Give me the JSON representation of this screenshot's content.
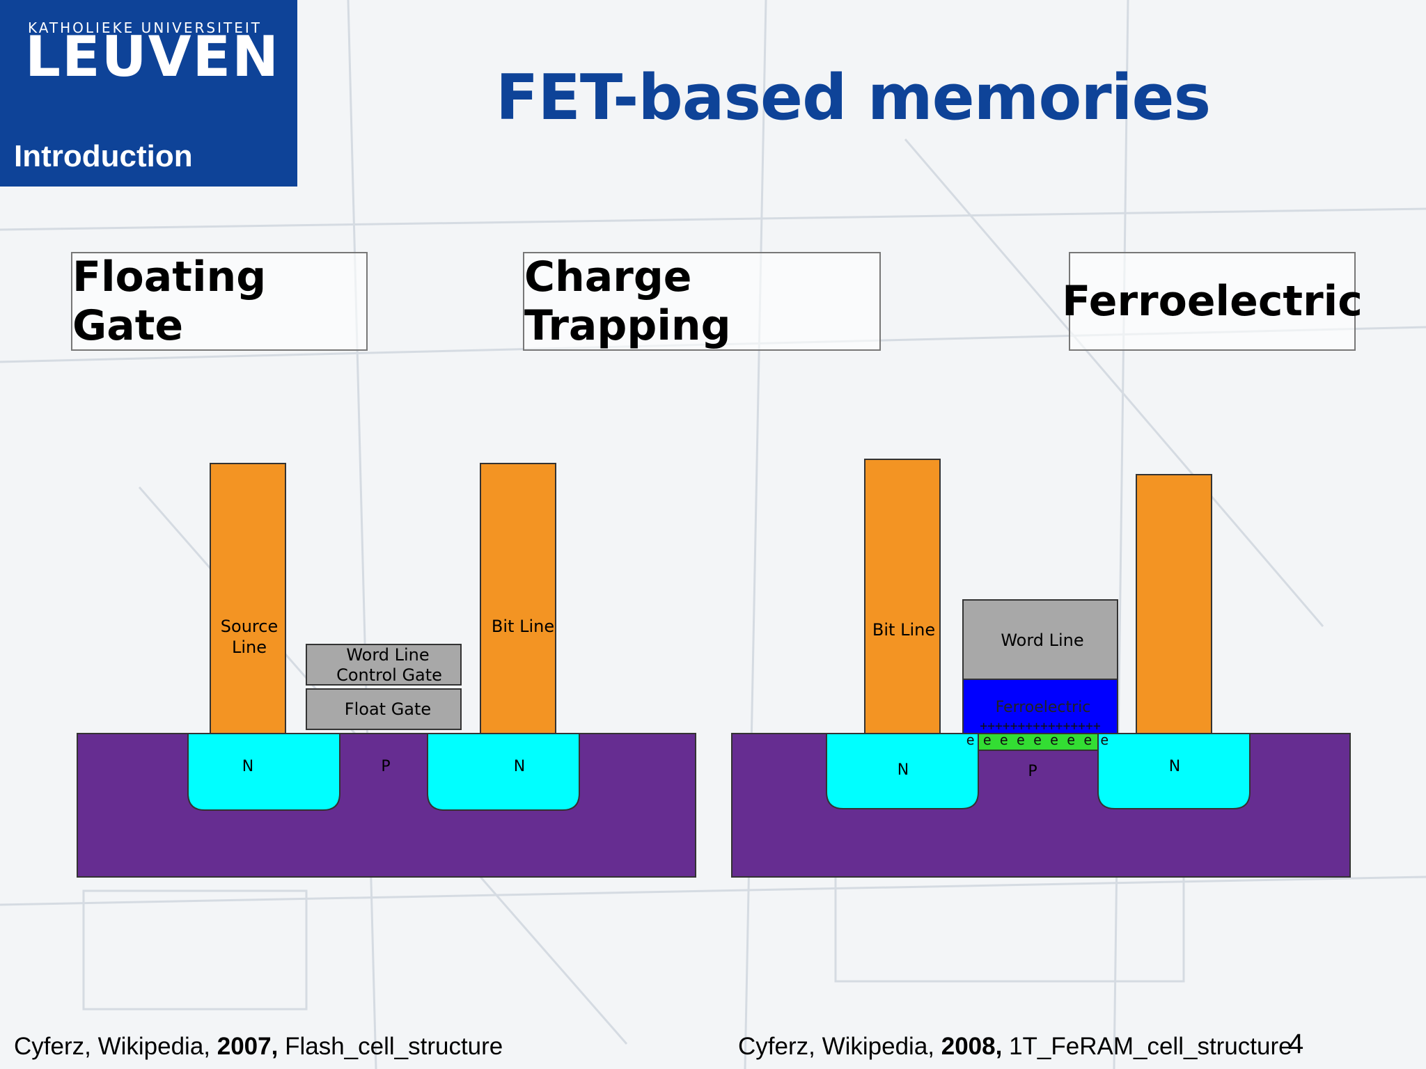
{
  "header": {
    "university_line": "KATHOLIEKE UNIVERSITEIT",
    "university_name": "LEUVEN",
    "section": "Introduction"
  },
  "title": "FET-based memories",
  "categories": [
    "Floating Gate",
    "Charge Trapping",
    "Ferroelectric"
  ],
  "flash_cell": {
    "source_line": "Source Line",
    "bit_line": "Bit Line",
    "word_line": "Word Line",
    "control_gate": "Control Gate",
    "float_gate": "Float Gate",
    "n_left": "N",
    "p": "P",
    "n_right": "N"
  },
  "feram_cell": {
    "bit_line": "Bit Line",
    "word_line": "Word Line",
    "ferroelectric": "Ferroelectric",
    "plus_charges": "++++++++++++++++",
    "electrons": "e e e e e e e e e",
    "n_left": "N",
    "p": "P",
    "n_right": "N"
  },
  "captions": {
    "left": {
      "prefix": "Cyferz, Wikipedia, ",
      "year": "2007,",
      "name": " Flash_cell_structure"
    },
    "right": {
      "prefix": "Cyferz, Wikipedia, ",
      "year": "2008,",
      "name": " 1T_FeRAM_cell_structure"
    }
  },
  "page_number": "4",
  "colors": {
    "brand_blue": "#0e4398",
    "contact_orange": "#f39423",
    "substrate_purple": "#662d91",
    "diffusion_cyan": "#00ffff",
    "gate_gray": "#a8a8a8",
    "ferro_blue": "#0000ff",
    "channel_green": "#33dd33"
  }
}
